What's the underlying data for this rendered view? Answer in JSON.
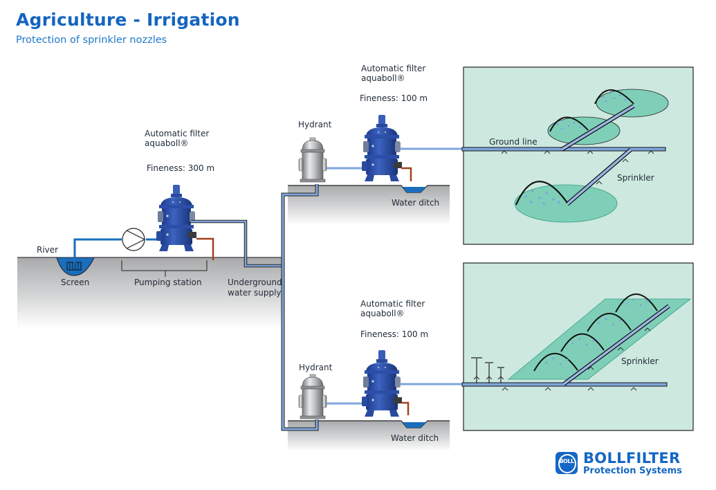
{
  "header": {
    "title": "Agriculture - Irrigation",
    "subtitle": "Protection of sprinkler nozzles"
  },
  "labels": {
    "river": "River",
    "screen": "Screen",
    "pumping_station": "Pumping station",
    "underground_supply_line1": "Underground",
    "underground_supply_line2": "water supply",
    "hydrant_top": "Hydrant",
    "hydrant_bottom": "Hydrant",
    "water_ditch_top": "Water ditch",
    "water_ditch_bottom": "Water ditch",
    "ground_line": "Ground line",
    "sprinkler_top": "Sprinkler",
    "sprinkler_bottom": "Sprinkler"
  },
  "filters": [
    {
      "name": "Automatic filter",
      "product": "aquaboll®",
      "fineness": "Fineness: 300 m"
    },
    {
      "name": "Automatic filter",
      "product": "aquaboll®",
      "fineness": "Fineness: 100 m"
    },
    {
      "name": "Automatic filter",
      "product": "aquaboll®",
      "fineness": "Fineness: 100 m"
    }
  ],
  "brand": {
    "badge": "BOLL",
    "name": "BOLLFILTER",
    "tagline": "Protection Systems"
  },
  "colors": {
    "title": "#1565c0",
    "pipe_blue": "#7fa6dc",
    "water": "#1a6ebc",
    "drain_pipe": "#a0401e",
    "field_panel": "#cde8de",
    "field_green": "#7fcfb8",
    "brand": "#1467c4"
  }
}
